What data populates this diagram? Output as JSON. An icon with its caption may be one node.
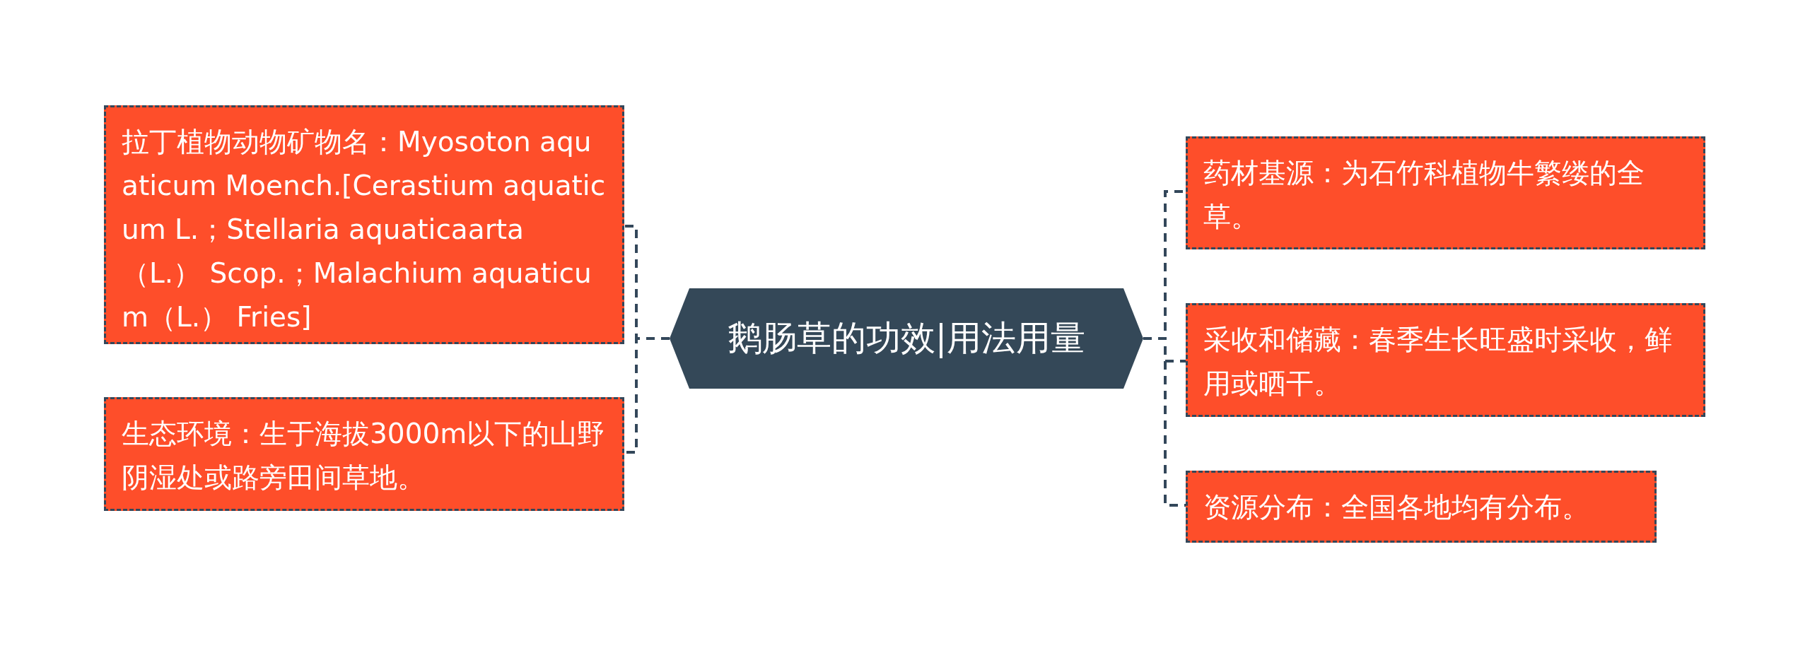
{
  "diagram": {
    "nodes": [
      {
        "text": [
          "鹅肠草的功效|用法用量"
        ]
      },
      {
        "text": [
          "拉丁植物动物矿物名：Myosoton aquaticum Moench.[Cerastium aquaticum L.；Stellaria aquaticaarta （L.） Scop.；Malachium aquaticum（L.） Fries]"
        ]
      },
      {
        "text": [
          "生态环境：生于海拔3000m以下的山野阴湿处或路旁田间草地。"
        ]
      },
      {
        "text": [
          "药材基源：为石竹科植物牛繁缕的全草。"
        ]
      },
      {
        "text": [
          "采收和储藏：春季生长旺盛时采收，鲜用或晒干。"
        ]
      },
      {
        "text": [
          "资源分布：全国各地均有分布。"
        ]
      }
    ],
    "edges": [
      {
        "from": 0,
        "to": 1,
        "arrow": "none"
      },
      {
        "from": 0,
        "to": 2,
        "arrow": "none"
      },
      {
        "from": 0,
        "to": 3,
        "arrow": "none"
      },
      {
        "from": 0,
        "to": 4,
        "arrow": "none"
      },
      {
        "from": 0,
        "to": 5,
        "arrow": "none"
      }
    ]
  }
}
